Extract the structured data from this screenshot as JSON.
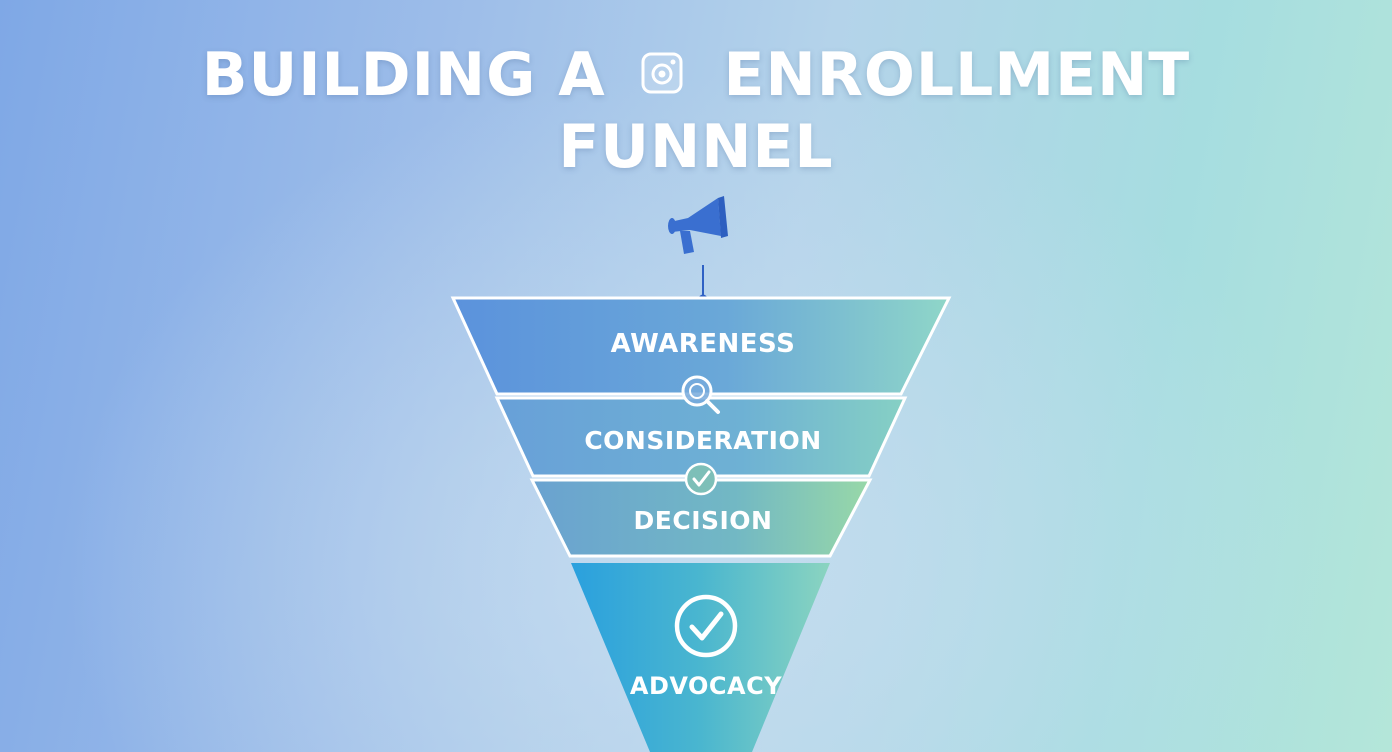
{
  "title": {
    "line1_before": "BUILDING A",
    "line1_after": "ENROLLMENT",
    "line2": "FUNNEL"
  },
  "icons": {
    "title_icon": "camera-icon",
    "top_icon": "megaphone-icon",
    "consideration_icon": "magnifier-icon",
    "decision_icon": "check-circle-icon",
    "advocacy_icon": "check-circle-icon"
  },
  "stages": [
    {
      "label": "AWARENESS"
    },
    {
      "label": "CONSIDERATION"
    },
    {
      "label": "DECISION"
    },
    {
      "label": "ADVOCACY"
    }
  ],
  "colors": {
    "accent": "#3a6fd0",
    "outline": "#ffffff"
  }
}
